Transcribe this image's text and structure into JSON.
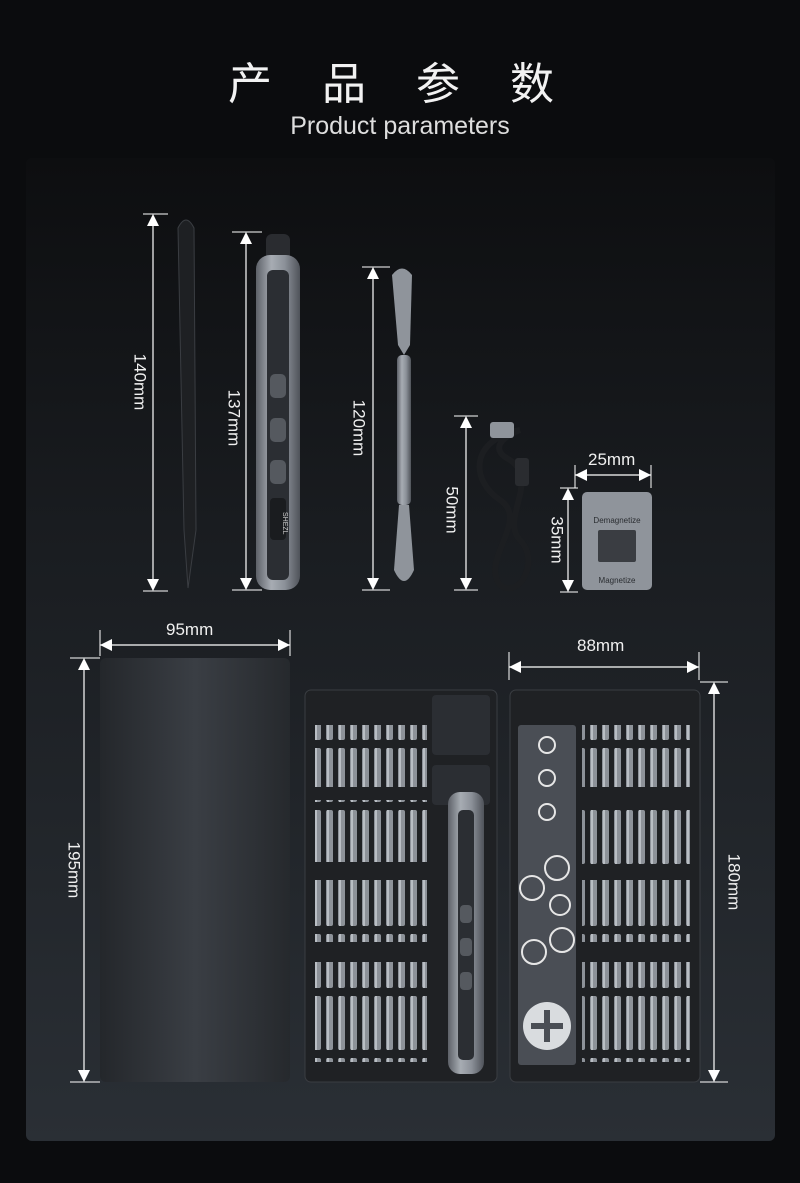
{
  "header": {
    "title_cn": "产 品 参 数",
    "title_en": "Product parameters"
  },
  "dimensions": {
    "tweezers": "140mm",
    "screwdriver": "137mm",
    "spudger": "120mm",
    "cable": "50mm",
    "magnetizer_width": "25mm",
    "magnetizer_height": "35mm",
    "case_width": "95mm",
    "case_height": "195mm",
    "tray_width": "88mm",
    "tray_height": "180mm"
  },
  "magnetizer": {
    "top_label": "Demagnetize",
    "bottom_label": "Magnetize"
  },
  "screwdriver_label": "SHEZL",
  "colors": {
    "background": "#0b0c0e",
    "dimension_line": "#ffffff",
    "tool_gray": "#8a8f96",
    "case_dark": "#2e3237"
  }
}
